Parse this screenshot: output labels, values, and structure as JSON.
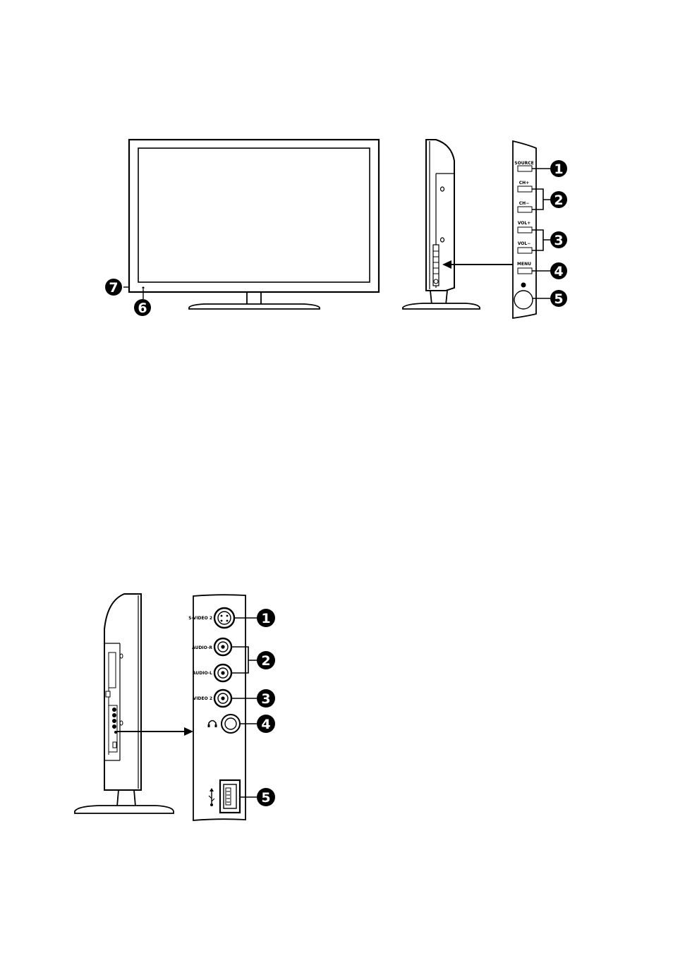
{
  "front_view": {
    "callouts": [
      "7",
      "6"
    ]
  },
  "side_button_panel": {
    "buttons": [
      "SOURCE",
      "CH+",
      "CH−",
      "VOL+",
      "VOL−",
      "MENU"
    ],
    "callouts": [
      "1",
      "2",
      "3",
      "4",
      "5"
    ]
  },
  "side_input_panel": {
    "ports": [
      "S-VIDEO 2",
      "AUDIO-R",
      "AUDIO-L",
      "VIDEO 2"
    ],
    "icons": [
      "headphone-icon",
      "usb-icon"
    ],
    "callouts": [
      "1",
      "2",
      "3",
      "4",
      "5"
    ]
  }
}
